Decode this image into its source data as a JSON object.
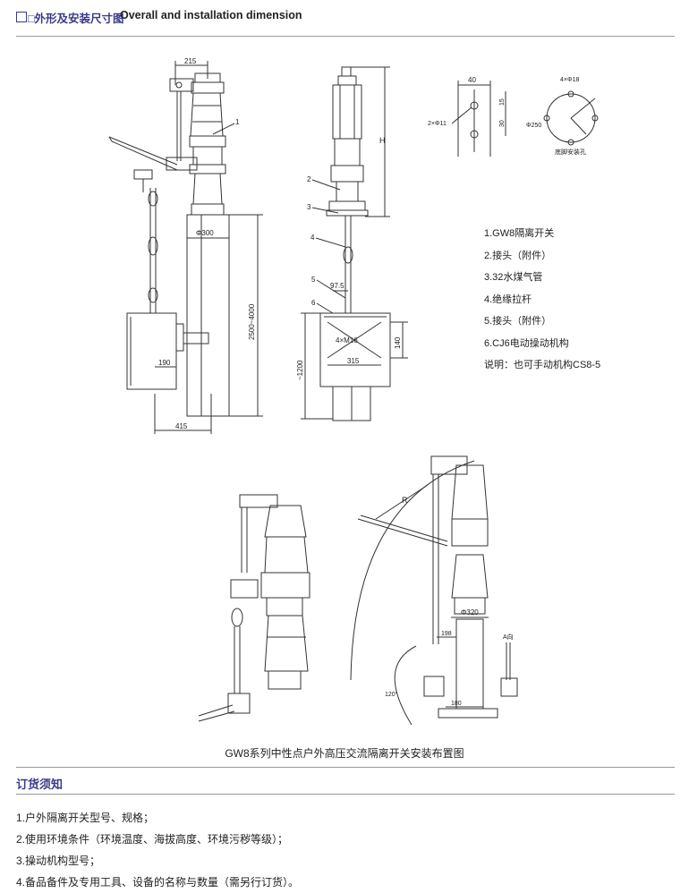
{
  "header": {
    "title_cn": "□外形及安装尺寸图",
    "title_en": "Overall and installation dimension"
  },
  "legend": [
    "1.GW8隔离开关",
    "2.接头（附件）",
    "3.32水煤气管",
    "4.绝缘拉杆",
    "5.接头（附件）",
    "6.CJ6电动操动机构",
    "说明：也可手动机构CS8-5"
  ],
  "drawing_labels": {
    "dim_215": "215",
    "dim_phi300": "Φ300",
    "dim_2500_4000": "2500~4000",
    "dim_190": "190",
    "dim_415": "415",
    "part_1": "1",
    "part_2": "2",
    "part_3": "3",
    "part_4": "4",
    "part_5": "5",
    "part_6": "6",
    "dim_H": "H",
    "dim_97_5": "97.5",
    "dim_4xM16": "4×M16",
    "dim_140": "140",
    "dim_315": "315",
    "dim_1200": "~1200",
    "dim_40": "40",
    "dim_15": "15",
    "dim_30": "30",
    "dim_2xphi11": "2×Φ11",
    "dim_4xphi18": "4×Φ18",
    "dim_phi250": "Φ250",
    "base_holes": "底脚安装孔",
    "dim_R": "R",
    "dim_phi320": "Φ320",
    "dim_198": "198",
    "dim_A": "A向",
    "dim_120": "120°",
    "dim_180": "180"
  },
  "caption": "GW8系列中性点户外高压交流隔离开关安装布置图",
  "order": {
    "title": "订货须知",
    "items": [
      "1.户外隔离开关型号、规格；",
      "2.使用环境条件（环境温度、海拔高度、环境污秽等级）；",
      "3.操动机构型号；",
      "4.备品备件及专用工具、设备的名称与数量（需另行订货）。"
    ]
  }
}
